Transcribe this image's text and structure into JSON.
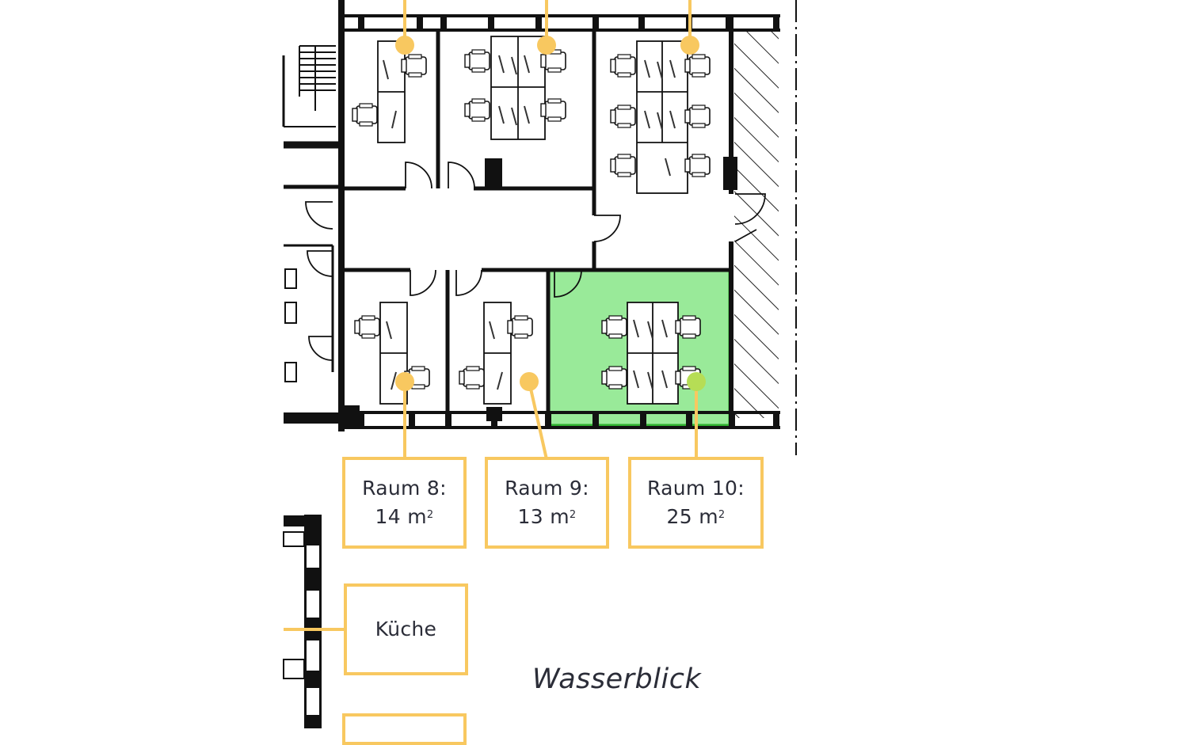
{
  "rooms": [
    {
      "id": "room-8",
      "name": "Raum 8:",
      "area": "14 m",
      "unit_sup": "2"
    },
    {
      "id": "room-9",
      "name": "Raum 9:",
      "area": "13 m",
      "unit_sup": "2"
    },
    {
      "id": "room-10",
      "name": "Raum 10:",
      "area": "25 m",
      "unit_sup": "2"
    }
  ],
  "kitchen": {
    "name": "Küche"
  },
  "view": {
    "label": "Wasserblick"
  },
  "colors": {
    "wall": "#111111",
    "marker": "#F8C860",
    "highlight": "#8EE88E",
    "highlight_border": "#2FB02F",
    "highlight_marker": "#B6DD55",
    "text": "#2b2d38"
  },
  "highlighted_room": "room-10"
}
